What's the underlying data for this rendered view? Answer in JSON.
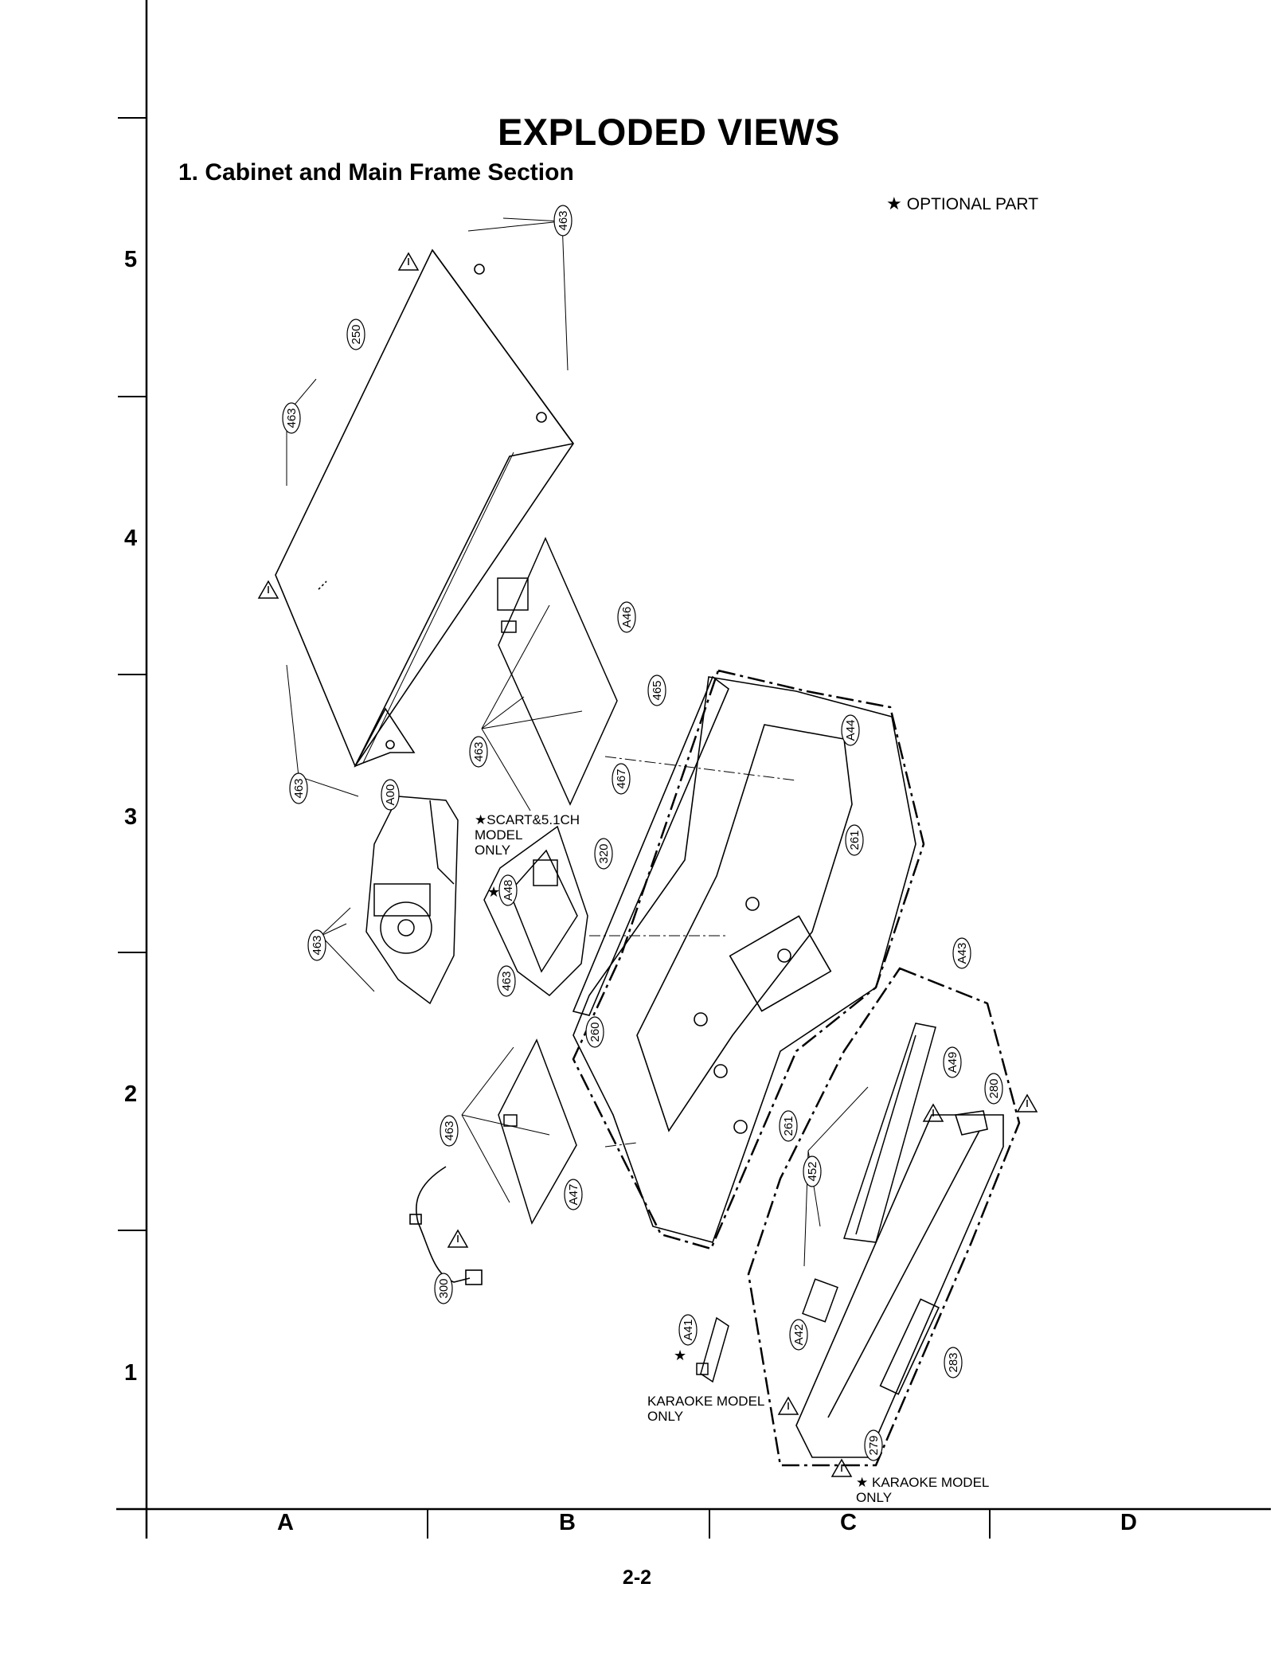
{
  "page": {
    "title": "EXPLODED VIEWS",
    "subtitle": "1. Cabinet and Main Frame Section",
    "legend": "OPTIONAL PART",
    "legend_icon": "star-icon",
    "page_number": "2-2"
  },
  "grid": {
    "rows": [
      "5",
      "4",
      "3",
      "2",
      "1"
    ],
    "columns": [
      "A",
      "B",
      "C",
      "D"
    ]
  },
  "notes": {
    "scart": "SCART&5.1CH\nMODEL\nONLY",
    "karaoke_1": "KARAOKE MODEL\nONLY",
    "karaoke_2": "KARAOKE MODEL\nONLY"
  },
  "callouts": [
    "463",
    "250",
    "463",
    "463",
    "A00",
    "463",
    "A46",
    "463",
    "465",
    "467",
    "320",
    "A48",
    "463",
    "A44",
    "261",
    "260",
    "A43",
    "A49",
    "280",
    "463",
    "A47",
    "261",
    "452",
    "300",
    "A41",
    "A42",
    "283",
    "279"
  ],
  "icons": [
    "star-icon",
    "warning-triangle-icon"
  ]
}
